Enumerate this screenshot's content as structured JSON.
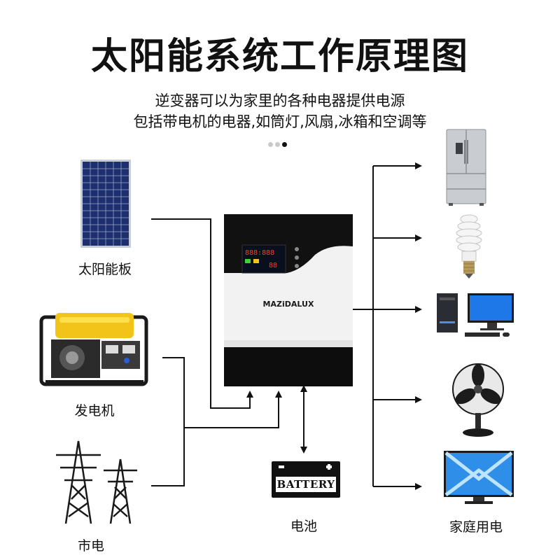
{
  "title": "太阳能系统工作原理图",
  "subtitle_line1": "逆变器可以为家里的各种电器提供电源",
  "subtitle_line2": "包括带电机的电器,如筒灯,风扇,冰箱和空调等",
  "carousel": {
    "count": 3,
    "active_index": 2
  },
  "sources": {
    "solar_label": "太阳能板",
    "generator_label": "发电机",
    "grid_label": "市电"
  },
  "inverter": {
    "brand": "MAZiDALUX",
    "lcd_top": "888:888",
    "lcd_bottom": "88"
  },
  "battery": {
    "text": "BATTERY",
    "label": "电池"
  },
  "loads": {
    "label": "家庭用电",
    "items": [
      "refrigerator",
      "cfl-bulb",
      "desktop-computer",
      "electric-fan",
      "flat-tv"
    ]
  },
  "colors": {
    "line": "#111111",
    "inverter_body": "#f2f2f2",
    "inverter_bottom": "#0d0d0d",
    "lcd": "#0a0f1e"
  }
}
